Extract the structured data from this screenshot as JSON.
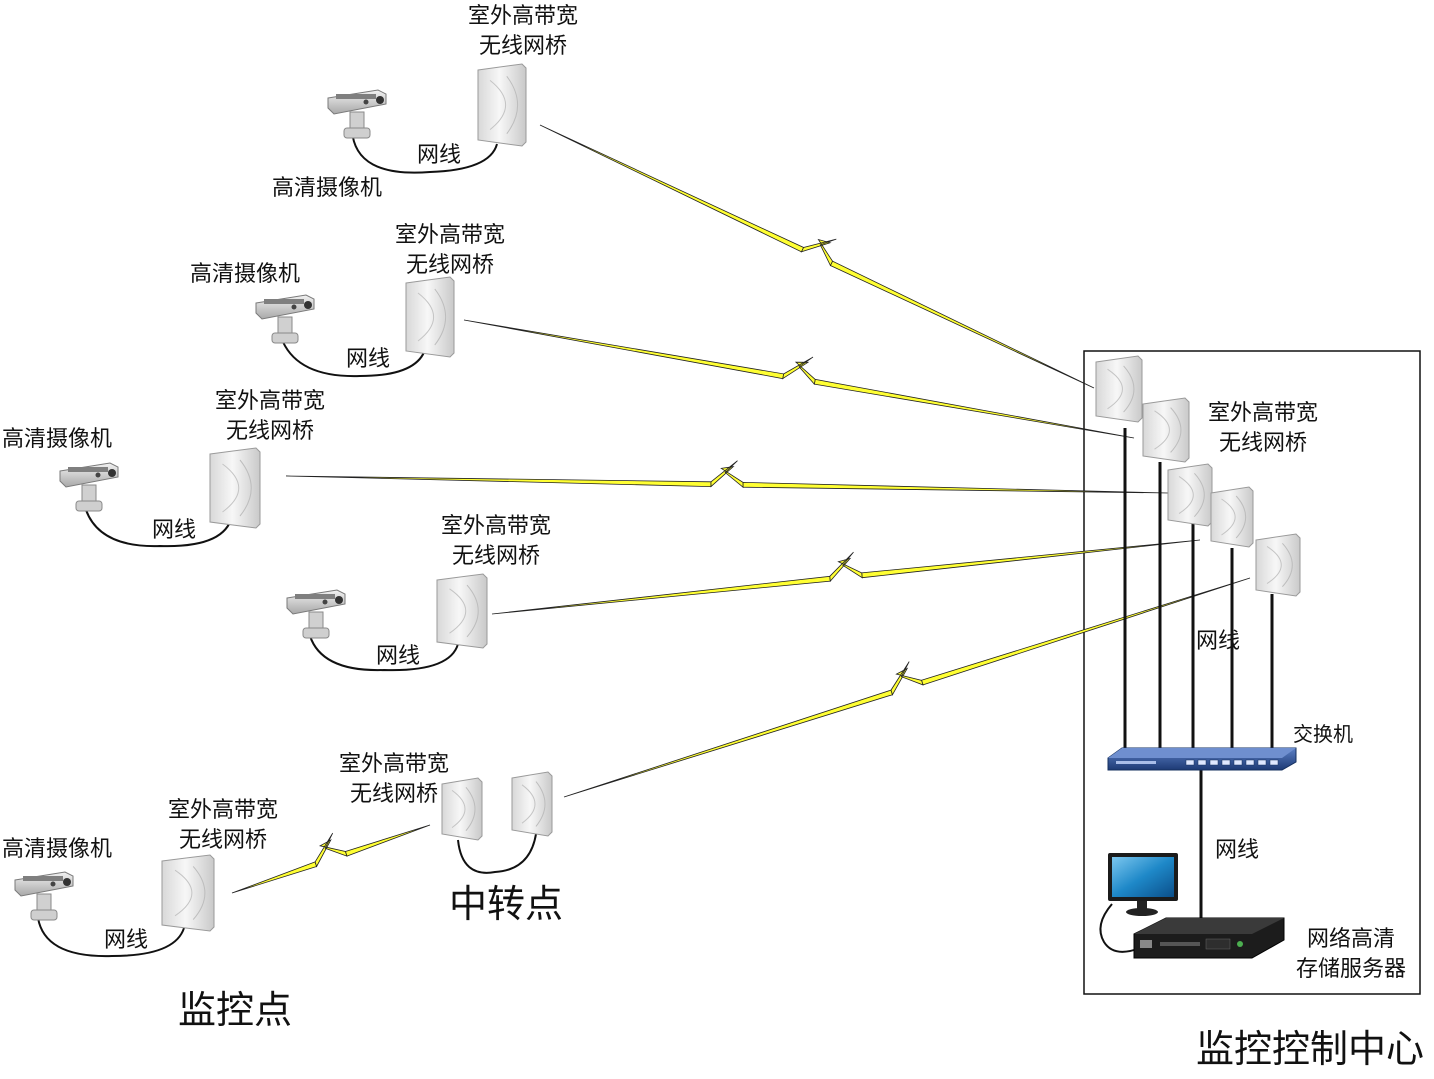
{
  "labels": {
    "bridge_line1": "室外高带宽",
    "bridge_line2": "无线网桥",
    "camera": "高清摄像机",
    "cable": "网线",
    "switch": "交换机",
    "nvr_line1": "网络高清",
    "nvr_line2": "存储服务器",
    "relay": "中转点",
    "site": "监控点",
    "center": "监控控制中心"
  },
  "colors": {
    "link_fill": "#ffff33",
    "link_stroke": "#222222",
    "bridge_panel": "#eeeeee",
    "switch_body": "#2a4d8f",
    "monitor_screen": "#1e88c8",
    "nvr_body": "#1c1c1c"
  },
  "icons": [
    "camera-icon",
    "bridge-antenna-icon",
    "switch-icon",
    "monitor-icon",
    "nvr-icon"
  ]
}
